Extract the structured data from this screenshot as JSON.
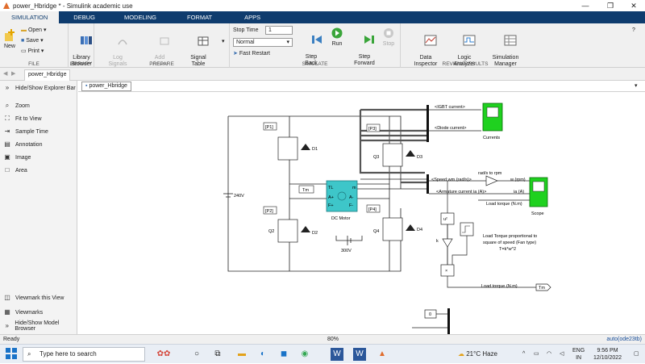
{
  "window": {
    "title": "power_Hbridge * - Simulink academic use"
  },
  "tabs": [
    {
      "label": "SIMULATION"
    },
    {
      "label": "DEBUG"
    },
    {
      "label": "MODELING"
    },
    {
      "label": "FORMAT"
    },
    {
      "label": "APPS"
    }
  ],
  "ribbon": {
    "file": {
      "new": "New",
      "open": "Open",
      "save": "Save",
      "print": "Print",
      "group": "FILE"
    },
    "library": {
      "browser": "Library\nBrowser",
      "group": "LIBRARY"
    },
    "prepare": {
      "log": "Log\nSignals",
      "add": "Add\nViewer",
      "signal": "Signal\nTable",
      "group": "PREPARE"
    },
    "simulate": {
      "stop_time_label": "Stop Time",
      "stop_time_value": "1",
      "mode": "Normal",
      "fast_restart": "Fast Restart",
      "step_back": "Step\nBack",
      "run": "Run",
      "step_forward": "Step\nForward",
      "stop": "Stop",
      "group": "SIMULATE"
    },
    "review": {
      "data_inspector": "Data\nInspector",
      "logic_analyzer": "Logic\nAnalyzer",
      "sim_manager": "Simulation\nManager",
      "group": "REVIEW RESULTS"
    }
  },
  "breadcrumb": {
    "tab": "power_Hbridge",
    "model": "power_Hbridge"
  },
  "left_toolbar": {
    "hide_explorer": "Hide/Show Explorer Bar",
    "zoom": "Zoom",
    "fit": "Fit to View",
    "sample_time": "Sample Time",
    "annotation": "Annotation",
    "image": "Image",
    "area": "Area",
    "viewmark_this": "Viewmark this View",
    "viewmarks": "Viewmarks",
    "hide_browser": "Hide/Show Model Browser"
  },
  "diagram": {
    "igbt_current": "<IGBT current>",
    "diode_current": "<Diode current>",
    "speed": "<Speed wm (rad/s)>",
    "armature": "<Armature current ia (A)>",
    "rads_to_rpm": "rad/s to rpm",
    "w_rpm": "w (rpm)",
    "ia_a": "ia (A)",
    "load_torque_nm": "Load torque (N.m)",
    "load_torque_nm2": "Load torque (N.m)",
    "scope_currents": "Currents",
    "scope": "Scope",
    "fan_note_1": "Load Torque proportional to",
    "fan_note_2": "square of speed (Fan type)",
    "fan_note_3": "T=k*w^2",
    "p1": "[P1]",
    "p2": "[P2]",
    "p3": "[P3]",
    "p4": "[P4]",
    "d1": "D1",
    "d2": "D2",
    "d3": "D3",
    "d4": "D4",
    "q2": "Q2",
    "q3": "Q3",
    "q4": "Q4",
    "dc_motor": "DC Motor",
    "v240": "240V",
    "v300": "300V",
    "tm": "Tm",
    "tm2": "Tm",
    "k": "k",
    "u2": "u²",
    "zero": "0",
    "mult": "×",
    "a_plus": "A+",
    "a_minus": "A-",
    "f_plus": "F+",
    "f_minus": "F-",
    "tl": "TL",
    "m": "m"
  },
  "status": {
    "ready": "Ready",
    "zoom": "80%",
    "solver": "auto(ode23tb)"
  },
  "taskbar": {
    "search_placeholder": "Type here to search",
    "weather": "21°C  Haze",
    "lang_1": "ENG",
    "lang_2": "IN",
    "time": "9:56 PM",
    "date": "12/10/2022"
  }
}
